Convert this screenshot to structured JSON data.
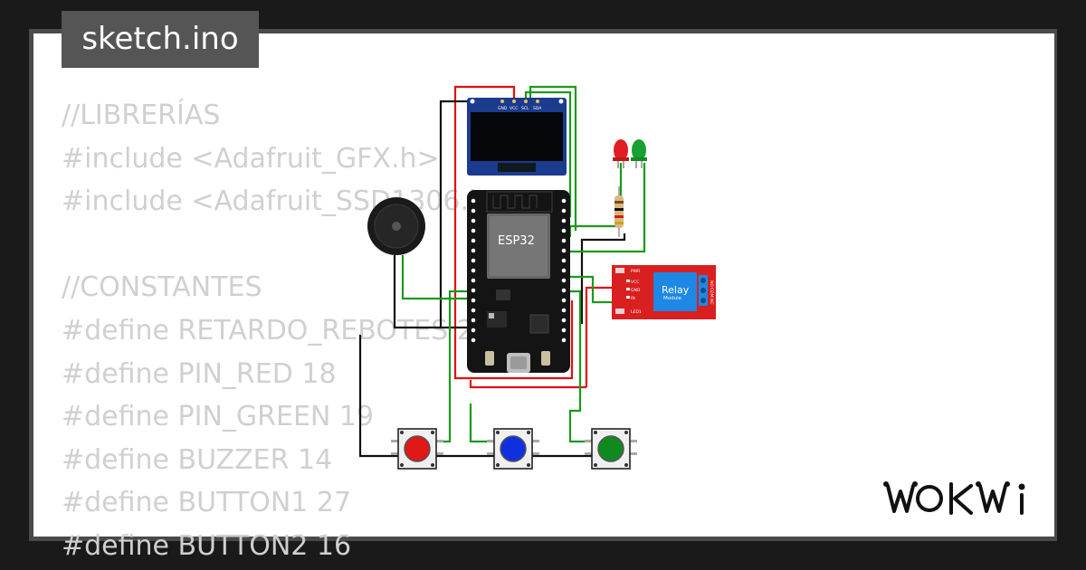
{
  "file_tab": {
    "label": "sketch.ino"
  },
  "code_lines": [
    "//LIBRERÍAS",
    "#include <Adafruit_GFX.h>",
    "#include <Adafruit_SSD1306.h>",
    "",
    "//CONSTANTES",
    "#define RETARDO_REBOTES 2",
    "#define PIN_RED 18",
    "#define PIN_GREEN 19",
    "#define BUZZER 14",
    "#define BUTTON1 27",
    "#define BUTTON2 16"
  ],
  "circuit": {
    "oled_pin_labels": [
      "GND",
      "VCC",
      "SCL",
      "SDA"
    ],
    "mcu_label": "ESP32",
    "relay": {
      "title": "Relay",
      "subtitle": "Module",
      "pins": [
        "PWR",
        "VCC",
        "GND",
        "IN",
        "LED1"
      ],
      "side_labels": [
        "NO",
        "COM",
        "NC"
      ]
    },
    "led_colors": [
      "#e02020",
      "#18a030"
    ],
    "button_colors": [
      "#e01818",
      "#1030e0",
      "#108a20"
    ]
  },
  "brand": {
    "name": "WOKWI"
  },
  "colors": {
    "background": "#1a1a1a",
    "card": "#ffffff",
    "tab": "#555555",
    "code_text": "#d0d0d0",
    "wire_red": "#e01010",
    "wire_green": "#1a9a1a",
    "wire_black": "#111111"
  }
}
